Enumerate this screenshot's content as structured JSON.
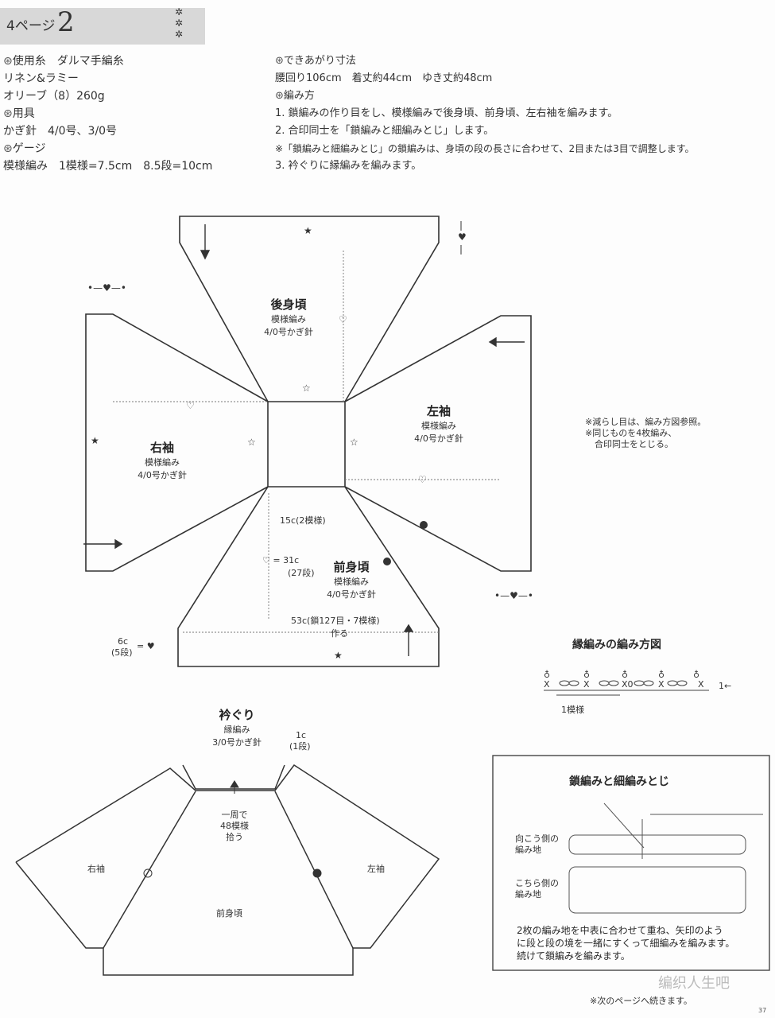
{
  "header": {
    "label": "4ページ",
    "number": "2",
    "stars": [
      "✲",
      "✲",
      "✲"
    ]
  },
  "left_info": {
    "yarn_heading": "使用糸　ダルマ手編糸",
    "yarn_name": "リネン&ラミー",
    "yarn_color": "オリーブ（8）260g",
    "tools_heading": "用具",
    "tools_value": "かぎ針　4/0号、3/0号",
    "gauge_heading": "ゲージ",
    "gauge_value": "模様編み　1模様=7.5cm　8.5段=10cm"
  },
  "right_info": {
    "size_heading": "できあがり寸法",
    "size_value": "腰回り106cm　着丈約44cm　ゆき丈約48cm",
    "method_heading": "編み方",
    "steps": [
      "1. 鎖編みの作り目をし、模様編みで後身頃、前身頃、左右袖を編みます。",
      "2. 合印同士を「鎖編みと細編みとじ」します。",
      "※「鎖編みと細編みとじ」の鎖編みは、身頃の段の長さに合わせて、2目または3目で調整します。",
      "3. 衿ぐりに縁編みを編みます。"
    ]
  },
  "diagram": {
    "back": {
      "title": "後身頃",
      "pattern": "模様編み",
      "hook": "4/0号かぎ針"
    },
    "right_sleeve": {
      "title": "右袖",
      "pattern": "模様編み",
      "hook": "4/0号かぎ針"
    },
    "left_sleeve": {
      "title": "左袖",
      "pattern": "模様編み",
      "hook": "4/0号かぎ針"
    },
    "front": {
      "title": "前身頃",
      "pattern": "模様編み",
      "hook": "4/0号かぎ針"
    },
    "dim_15c": "15c(2模様)",
    "dim_31c_a": "♡ = 31c",
    "dim_31c_b": "(27段)",
    "dim_53c": "53c(鎖127目・7模様)",
    "dim_make": "作る",
    "dim_6c_a": "6c",
    "dim_6c_b": "(5段)",
    "notes": [
      "※減らし目は、編み方図参照。",
      "※同じものを4枚編み、",
      "合印同士をとじる。"
    ]
  },
  "edge": {
    "title": "縁編みの編み方図",
    "repeat": "1模様",
    "row": "1←"
  },
  "collar": {
    "title": "衿ぐり",
    "pattern": "縁編み",
    "hook": "3/0号かぎ針",
    "dim_a": "1c",
    "dim_b": "(1段)",
    "pick_a": "一周で",
    "pick_b": "48模様",
    "pick_c": "拾う",
    "right_sleeve": "右袖",
    "left_sleeve": "左袖",
    "front": "前身頃"
  },
  "join_box": {
    "title": "鎖編みと細編みとじ",
    "far_a": "向こう側の",
    "far_b": "編み地",
    "near_a": "こちら側の",
    "near_b": "編み地",
    "desc": [
      "2枚の編み地を中表に合わせて重ね、矢印のよう",
      "に段と段の境を一緒にすくって細編みを編みます。",
      "続けて鎖編みを編みます。"
    ]
  },
  "footer": {
    "continue": "※次のページへ続きます。",
    "watermark": "编织人生吧",
    "page": "37"
  }
}
